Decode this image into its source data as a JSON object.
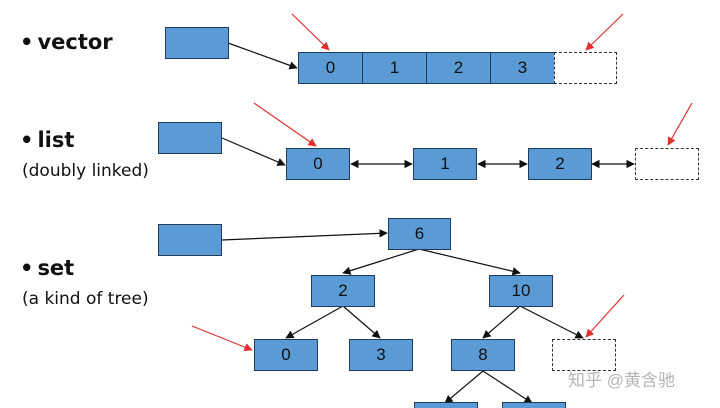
{
  "labels": {
    "vector": "vector",
    "list": "list",
    "list_sub": "(doubly linked)",
    "set": "set",
    "set_sub": "(a kind of tree)",
    "bullet": "•"
  },
  "vector_cells": [
    "0",
    "1",
    "2",
    "3"
  ],
  "list_nodes": [
    "0",
    "1",
    "2"
  ],
  "tree_nodes": {
    "root": "6",
    "left": "2",
    "right": "10",
    "left_left": "0",
    "left_right": "3",
    "right_left": "8"
  },
  "watermark": "知乎 @黄含驰",
  "colors": {
    "box_fill": "#5b9bd5",
    "box_border": "#1f3b57",
    "pointer_arrow": "#e03030",
    "line": "#111111"
  }
}
